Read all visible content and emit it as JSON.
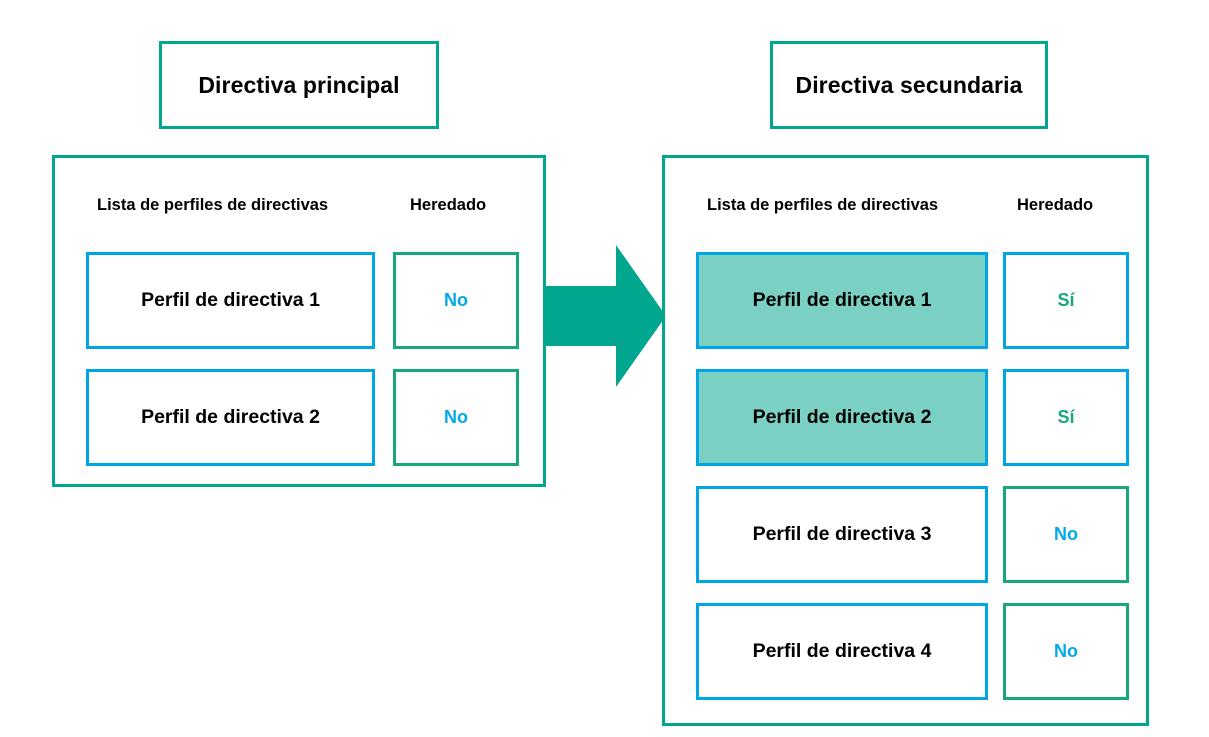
{
  "diagram": {
    "title_primary": "Directiva principal",
    "title_secondary": "Directiva secundaria",
    "arrow_label": "arrow-right",
    "colors": {
      "green": "#00a78e",
      "green_text": "#16a77d",
      "blue": "#00a5e4",
      "blue_text": "#00a9e8",
      "highlight_fill": "#79d0c3",
      "text": "#000000",
      "background": "#ffffff"
    }
  },
  "primary_panel": {
    "headers": {
      "list": "Lista de perfiles de directivas",
      "inherited": "Heredado"
    },
    "rows": [
      {
        "profile": "Perfil de directiva 1",
        "inherited": "No",
        "inherited_state": "no",
        "highlighted": false
      },
      {
        "profile": "Perfil de directiva 2",
        "inherited": "No",
        "inherited_state": "no",
        "highlighted": false
      }
    ]
  },
  "secondary_panel": {
    "headers": {
      "list": "Lista de perfiles de directivas",
      "inherited": "Heredado"
    },
    "rows": [
      {
        "profile": "Perfil de directiva 1",
        "inherited": "Sí",
        "inherited_state": "yes",
        "highlighted": true
      },
      {
        "profile": "Perfil de directiva 2",
        "inherited": "Sí",
        "inherited_state": "yes",
        "highlighted": true
      },
      {
        "profile": "Perfil de directiva 3",
        "inherited": "No",
        "inherited_state": "no",
        "highlighted": false
      },
      {
        "profile": "Perfil de directiva 4",
        "inherited": "No",
        "inherited_state": "no",
        "highlighted": false
      }
    ]
  }
}
